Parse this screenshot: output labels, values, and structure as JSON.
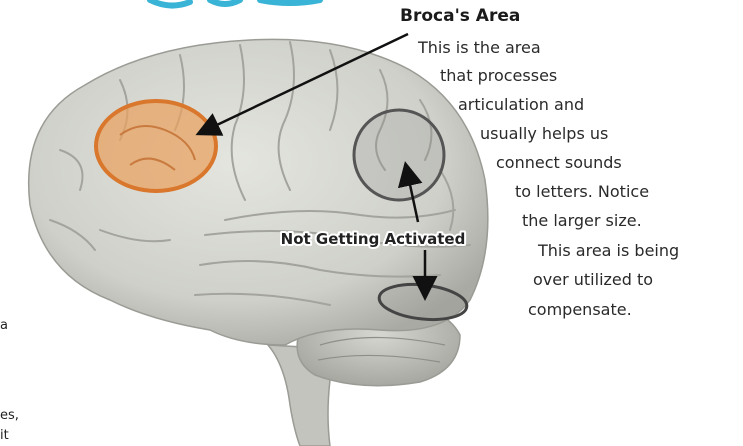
{
  "top_title_fragment": "",
  "broca": {
    "title": "Broca's Area",
    "lines": [
      "This is the area",
      "that processes",
      "articulation and",
      "usually helps us",
      "connect sounds",
      "to letters. Notice",
      "the larger size.",
      "This area is being",
      "over utilized to",
      "compensate."
    ]
  },
  "not_activated_label": "Not Getting Activated",
  "left_edge_fragments": [
    "a",
    "es,",
    "it"
  ],
  "colors": {
    "brain": "#cfd0ca",
    "brain_shadow": "#a9aaa3",
    "broca_fill": "#e9a15e",
    "broca_stroke": "#d9772c",
    "circle_stroke": "#555555",
    "title_accent": "#3ab4d6"
  }
}
